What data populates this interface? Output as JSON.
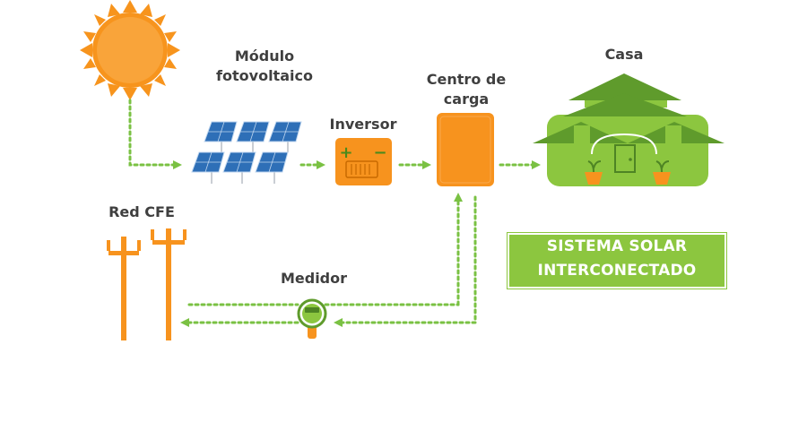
{
  "labels": {
    "modulo": [
      "Módulo",
      "fotovoltaico"
    ],
    "inversor": "Inversor",
    "centro": [
      "Centro de",
      "carga"
    ],
    "casa": "Casa",
    "red": "Red CFE",
    "medidor": "Medidor"
  },
  "banner": [
    "SISTEMA SOLAR",
    "INTERCONECTADO"
  ],
  "inverter_symbols": [
    "+",
    "−"
  ],
  "colors": {
    "sun": "#f7941d",
    "panel": "#2e6fb7",
    "orange": "#f7931e",
    "green": "#8cc63f",
    "dark_green": "#5f9b2c",
    "arrow": "#7ac143",
    "text": "#3f3f3f"
  },
  "icons": [
    "sun-icon",
    "solar-panels-icon",
    "inverter-icon",
    "load-center-icon",
    "house-icon",
    "utility-poles-icon",
    "meter-icon"
  ]
}
